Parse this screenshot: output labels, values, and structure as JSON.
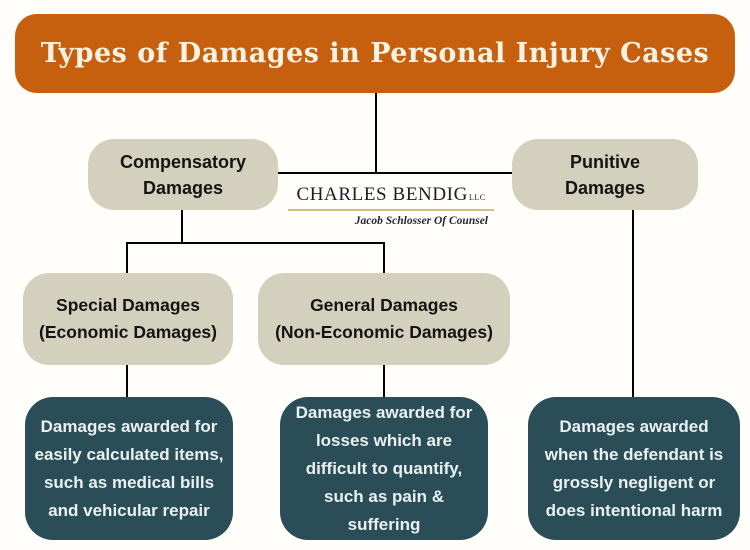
{
  "banner": {
    "title": "Types of Damages in Personal Injury Cases"
  },
  "logo": {
    "name": "CHARLES BENDIG",
    "suffix": "LLC",
    "tagline": "Jacob Schlosser Of Counsel"
  },
  "nodes": {
    "compensatory": {
      "line1": "Compensatory",
      "line2": "Damages"
    },
    "punitive": {
      "line1": "Punitive",
      "line2": "Damages"
    },
    "special": {
      "line1": "Special Damages",
      "line2": "(Economic Damages)"
    },
    "general": {
      "line1": "General Damages",
      "line2": "(Non-Economic Damages)"
    },
    "special_desc": "Damages awarded for easily calculated items, such as medical bills and vehicular repair",
    "general_desc": "Damages awarded for losses which are difficult to quantify, such as pain & suffering",
    "punitive_desc": "Damages awarded when the defendant is grossly negligent or does intentional harm"
  },
  "colors": {
    "banner_orange": "#c6600e",
    "banner_text": "#f9f2e2",
    "node_beige": "#d3d0bd",
    "node_text": "#141414",
    "desc_teal": "#2a4d57",
    "desc_text": "#e9f1f1",
    "connector": "#000000",
    "logo_text": "#1d1d26",
    "logo_rule_gold": "#d2bd7f",
    "page_background": "#fffefb"
  }
}
